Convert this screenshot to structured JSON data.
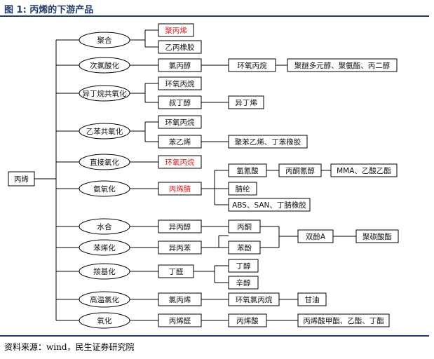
{
  "title": "图 1:  丙烯的下游产品",
  "source": "资料来源：wind，民生证券研究院",
  "colors": {
    "accent": "#1f3b70",
    "highlight": "#e0211e",
    "line": "#000000"
  },
  "nodes": {
    "root": "丙烯",
    "processes": {
      "polymerization": "聚合",
      "hypochlorination": "次氯酸化",
      "isobutane_co_oxidation": "异丁烷共氧化",
      "ethylbenzene_co_oxidation": "乙苯共氧化",
      "direct_oxidation": "直接氧化",
      "ammoxidation": "氨氧化",
      "hydration": "水合",
      "benzene_alkylation": "苯烯化",
      "hydroformylation": "羰基化",
      "high_temp_chlorination": "高温氯化",
      "oxidation": "氧化"
    },
    "products": {
      "polypropylene": "聚丙烯",
      "epr_rubber": "乙丙橡胶",
      "chloropropanol": "氯丙醇",
      "propylene_oxide_1": "环氧丙烷",
      "polyether_etc": "聚醚多元醇、聚氨酯、丙二醇",
      "propylene_oxide_2": "环氧丙烷",
      "tert_butanol": "叔丁醇",
      "isobutylene": "异丁烯",
      "propylene_oxide_3": "环氧丙烷",
      "styrene": "苯乙烯",
      "ps_sbr": "聚苯乙烯、丁苯橡胶",
      "propylene_oxide_4": "环氧丙烷",
      "acrylonitrile": "丙烯腈",
      "hcn": "氢氰酸",
      "acetone_cyanohydrin": "丙酮氰醇",
      "mma": "MMA、乙酸乙酯",
      "nitrile_fiber": "腈纶",
      "abs_san": "ABS、SAN、丁腈橡胶",
      "ipa": "异丙醇",
      "acetone": "丙酮",
      "cumene": "异丙苯",
      "phenol": "苯酚",
      "bpa": "双酚A",
      "pc": "聚碳酸酯",
      "butanal": "丁醛",
      "butanol": "丁醇",
      "octanol": "辛醇",
      "allyl_chloride": "氯丙烯",
      "epichlorohydrin": "环氧氯丙烷",
      "glycerol": "甘油",
      "acrolein": "丙烯醛",
      "acrylic_acid": "丙烯酸",
      "acrylates": "丙烯酸甲酯、乙酯、丁酯"
    }
  }
}
